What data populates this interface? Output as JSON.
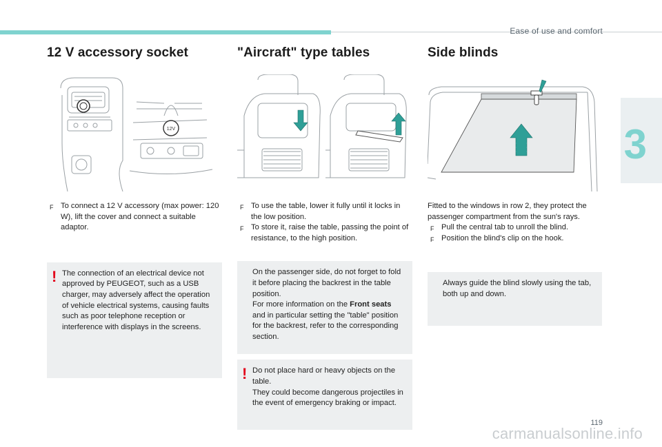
{
  "header": {
    "section_title": "Ease of use and comfort",
    "chapter": "3",
    "page_number": "119"
  },
  "socket": {
    "title": "12 V accessory socket",
    "bullet_mark": "F",
    "bullets": [
      "To connect a 12 V accessory (max power: 120 W), lift the cover and connect a suitable adaptor."
    ],
    "socket_label": "12V",
    "warning_symbol": "!",
    "warning": "The connection of an electrical device not approved by PEUGEOT, such as a USB charger, may adversely affect the operation of vehicle electrical systems, causing faults such as poor telephone reception or interference with displays in the screens."
  },
  "tables": {
    "title": "\"Aircraft\" type tables",
    "bullet_mark": "F",
    "bullets": [
      "To use the table, lower it fully until it locks in the low position.",
      "To store it, raise the table, passing the point of resistance, to the high position."
    ],
    "info_lines": [
      "On the passenger side, do not forget to fold it before placing the backrest in the table position."
    ],
    "info_more_prefix": "For more information on the ",
    "info_more_bold": "Front seats",
    "info_more_suffix": " and in particular setting the \"table\" position for the backrest, refer to the corresponding section.",
    "warning_symbol": "!",
    "warning_lines": [
      "Do not place hard or heavy objects on the table.",
      "They could become dangerous projectiles in the event of emergency braking or impact."
    ]
  },
  "blinds": {
    "title": "Side blinds",
    "intro": "Fitted to the windows in row 2, they protect the passenger compartment from the sun's rays.",
    "bullet_mark": "F",
    "bullets": [
      "Pull the central tab to unroll the blind.",
      "Position the blind's clip on the hook."
    ],
    "info": "Always guide the blind slowly using the tab, both up and down."
  },
  "watermark": "carmanualsonline.info",
  "colors": {
    "accent_teal": "#7fd3cf",
    "arrow_teal": "#2f9f97",
    "warning_red": "#e2001a",
    "info_blue": "#4fb0d8",
    "box_bg": "#edeff0"
  }
}
